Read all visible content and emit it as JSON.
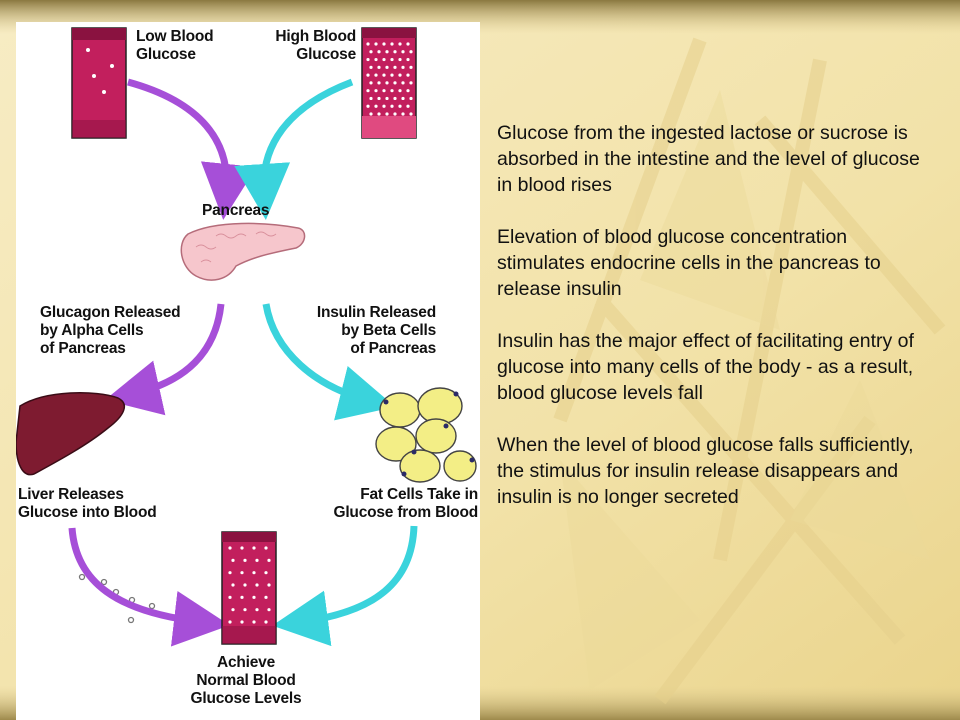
{
  "diagram": {
    "labels": {
      "low_blood_glucose": "Low Blood\nGlucose",
      "high_blood_glucose": "High Blood\nGlucose",
      "pancreas": "Pancreas",
      "glucagon_released": "Glucagon Released\nby Alpha Cells\nof Pancreas",
      "insulin_released": "Insulin Released\nby Beta Cells\nof Pancreas",
      "liver_releases": "Liver Releases\nGlucose into Blood",
      "fat_cells": "Fat Cells Take in\nGlucose from Blood",
      "achieve": "Achieve\nNormal Blood\nGlucose Levels"
    },
    "colors": {
      "tube": "#c21f5d",
      "tube_dark": "#8a1240",
      "purple_arrow": "#a64fd8",
      "cyan_arrow": "#3ad3dc",
      "liver": "#7e1b30",
      "fat_cell": "#f3ee86",
      "pancreas": "#f6c6cc"
    }
  },
  "paragraphs": [
    "Glucose from the ingested lactose or sucrose is absorbed in the intestine and the level of glucose in blood rises",
    "Elevation of blood glucose concentration stimulates endocrine cells in the pancreas to release insulin",
    "Insulin has the major effect of facilitating entry of glucose into many cells of the body - as a result, blood glucose levels fall",
    "When the level of blood glucose falls sufficiently, the stimulus for insulin release disappears and insulin is no longer secreted"
  ]
}
